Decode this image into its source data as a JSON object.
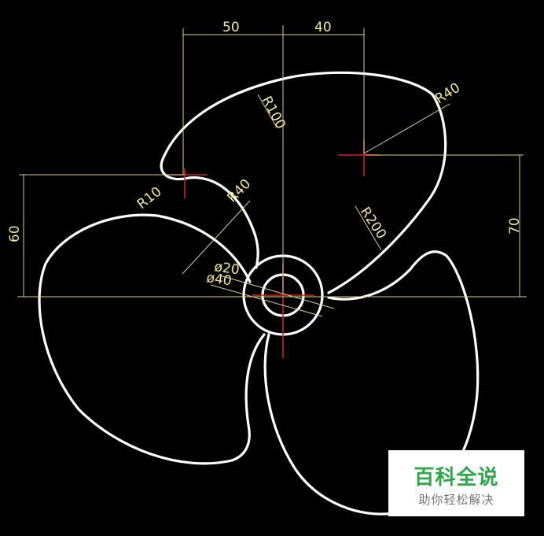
{
  "drawing": {
    "dimensions": {
      "width_left": "50",
      "width_right": "40",
      "height_left": "60",
      "height_right": "70",
      "r100": "R100",
      "r40_top": "R40",
      "r10": "R10",
      "r40_mid": "R40",
      "r200": "R200",
      "d20": "ø20",
      "d40": "ø40"
    },
    "colors": {
      "background": "#000000",
      "outline": "#ffffff",
      "dimension": "#f0e890",
      "centerline": "#d0202a"
    }
  },
  "watermark": {
    "title": "百科全说",
    "subtitle": "助你轻松解决"
  }
}
